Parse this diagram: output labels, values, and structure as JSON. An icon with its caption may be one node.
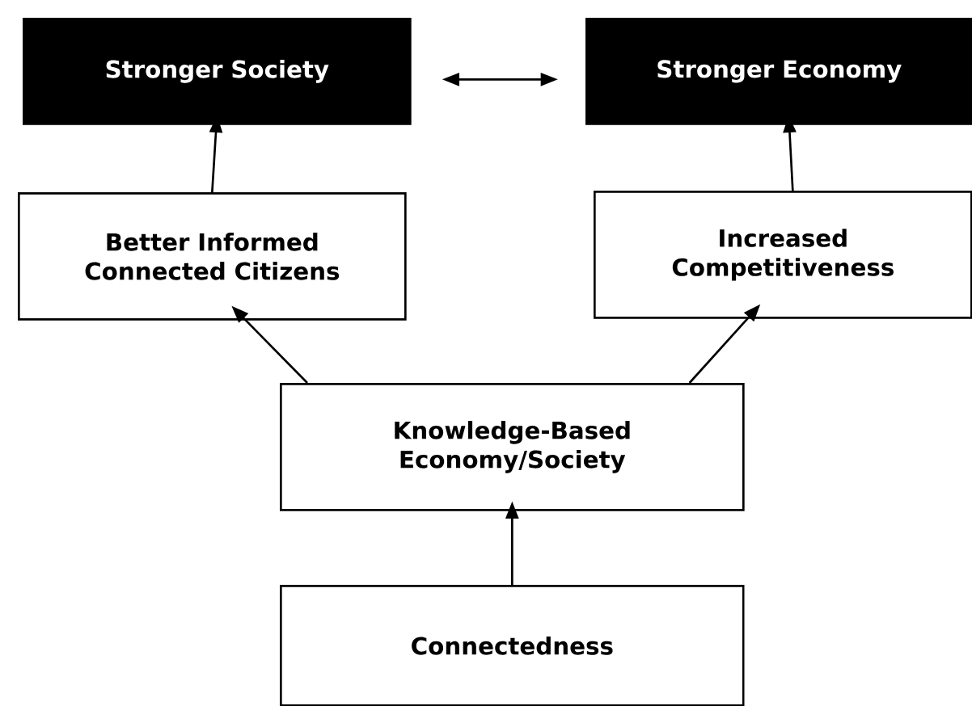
{
  "diagram": {
    "nodes": [
      {
        "text": [
          "Stronger Society"
        ]
      },
      {
        "text": [
          "Stronger Economy"
        ]
      },
      {
        "text": [
          "Better Informed Connected Citizens"
        ]
      },
      {
        "text": [
          "Increased Competitiveness"
        ]
      },
      {
        "text": [
          "Knowledge-Based Economy/Society"
        ]
      },
      {
        "text": [
          "Connectedness"
        ]
      }
    ],
    "edges": [
      {
        "from": 0,
        "to": 1,
        "arrow": "both"
      },
      {
        "from": 2,
        "to": 0,
        "arrow": "to"
      },
      {
        "from": 3,
        "to": 1,
        "arrow": "to"
      },
      {
        "from": 4,
        "to": 2,
        "arrow": "to"
      },
      {
        "from": 4,
        "to": 3,
        "arrow": "to"
      },
      {
        "from": 5,
        "to": 4,
        "arrow": "to"
      }
    ]
  }
}
